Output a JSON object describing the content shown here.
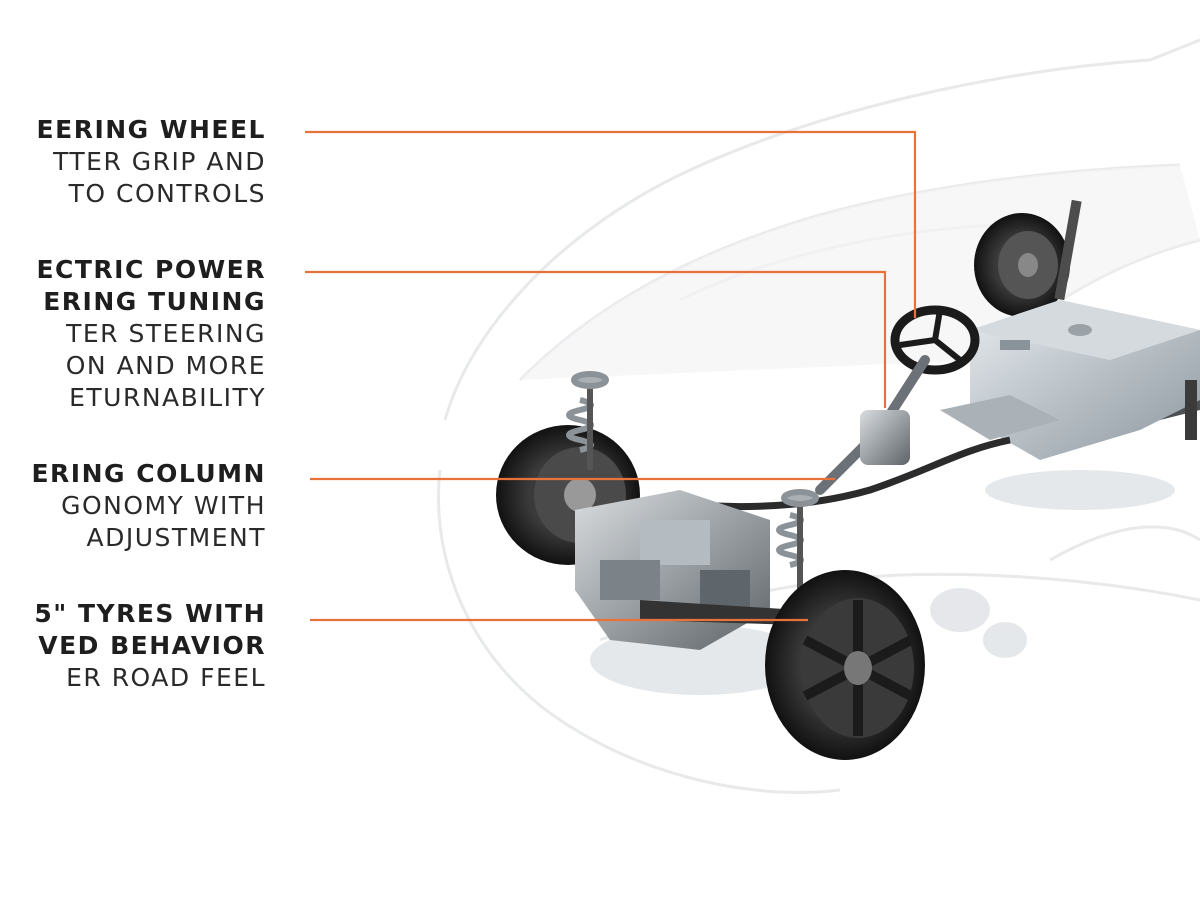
{
  "accent_color": "#e8733a",
  "features": [
    {
      "title_lines": [
        "EERING WHEEL"
      ],
      "desc_lines": [
        "TTER GRIP AND",
        "TO CONTROLS"
      ]
    },
    {
      "title_lines": [
        "ECTRIC POWER",
        "ERING TUNING"
      ],
      "desc_lines": [
        "TER STEERING",
        "ON AND MORE",
        "ETURNABILITY"
      ]
    },
    {
      "title_lines": [
        "ERING COLUMN"
      ],
      "desc_lines": [
        "GONOMY WITH",
        "ADJUSTMENT"
      ]
    },
    {
      "title_lines": [
        "5\" TYRES WITH",
        "VED BEHAVIOR"
      ],
      "desc_lines": [
        "ER ROAD FEEL"
      ]
    }
  ]
}
